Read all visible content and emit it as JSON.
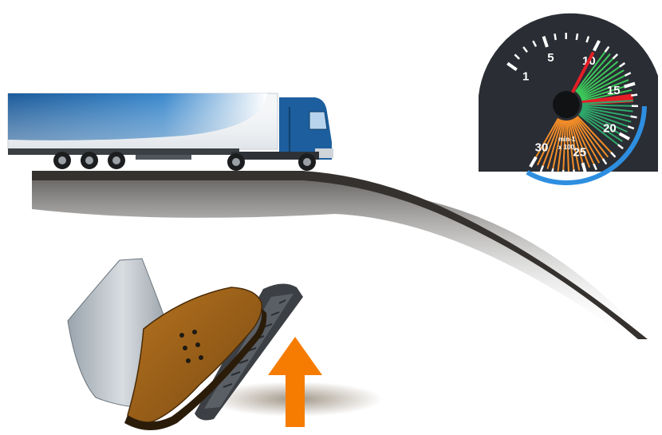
{
  "tachometer": {
    "scale_labels": [
      "1",
      "5",
      "10",
      "15",
      "20",
      "25",
      "30"
    ],
    "unit_line1": "min-1",
    "unit_line2": "x 100",
    "needle_value": 10,
    "zones": [
      {
        "name": "green",
        "from": 11,
        "to": 16,
        "color": "#3cc85a"
      },
      {
        "name": "red",
        "from": 16,
        "to": 16.5,
        "color": "#e41e26"
      },
      {
        "name": "light-green",
        "from": 16.5,
        "to": 21,
        "color": "#2fa86a"
      },
      {
        "name": "orange",
        "from": 22,
        "to": 30,
        "color": "#f28c28"
      },
      {
        "name": "blue",
        "from": 17,
        "to": 30,
        "color": "#2e8ee0"
      }
    ]
  },
  "colors": {
    "truck_cab": "#1d5f9e",
    "trailer_stripe": "#2e7cc4",
    "road": "#3a3836",
    "arrow": "#f57c00",
    "gauge_face": "#2a2d33"
  }
}
